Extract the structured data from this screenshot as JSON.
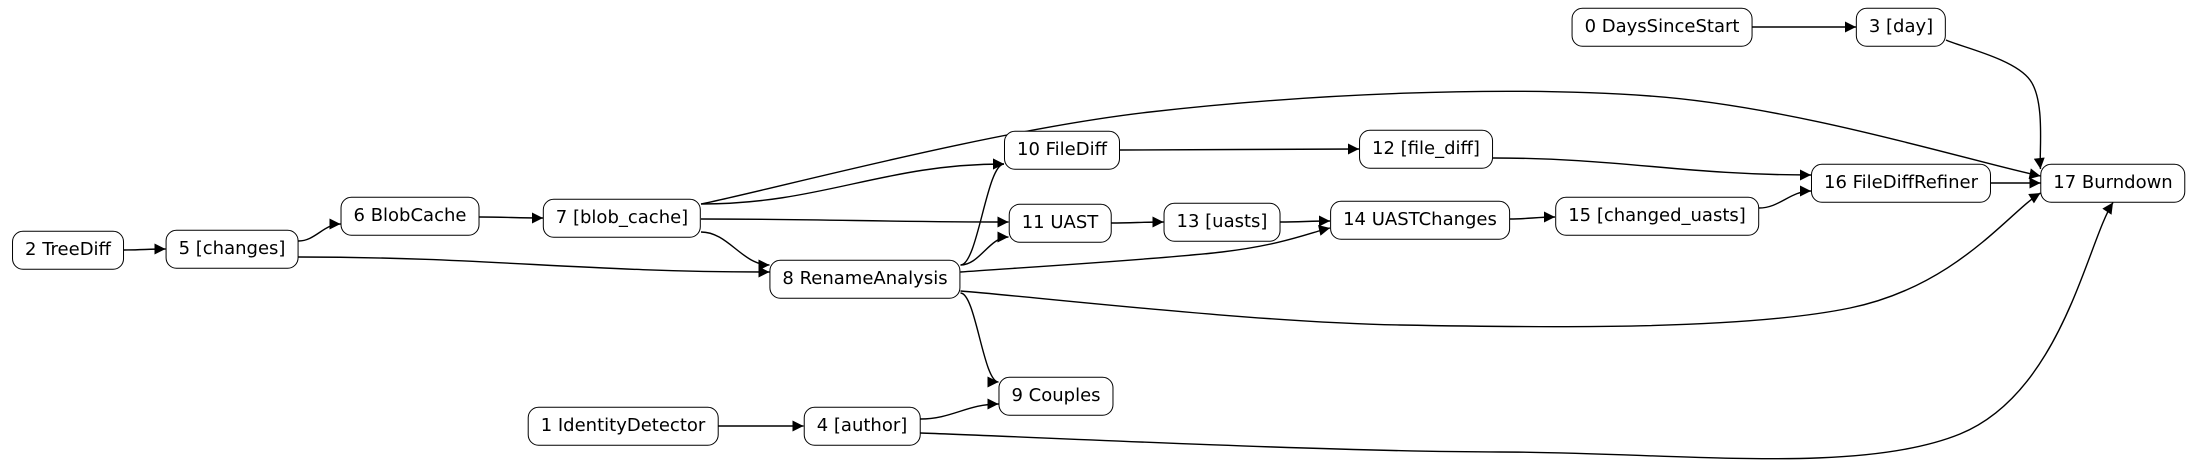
{
  "diagram": {
    "type": "directed-graph",
    "orientation": "left-to-right",
    "background": "#ffffff",
    "node_fill": "#ffffff",
    "node_border": "#000000",
    "edge_color": "#000000",
    "nodes": [
      {
        "id": "0",
        "label": "0 DaysSinceStart"
      },
      {
        "id": "1",
        "label": "1 IdentityDetector"
      },
      {
        "id": "2",
        "label": "2 TreeDiff"
      },
      {
        "id": "3",
        "label": "3 [day]"
      },
      {
        "id": "4",
        "label": "4 [author]"
      },
      {
        "id": "5",
        "label": "5 [changes]"
      },
      {
        "id": "6",
        "label": "6 BlobCache"
      },
      {
        "id": "7",
        "label": "7 [blob_cache]"
      },
      {
        "id": "8",
        "label": "8 RenameAnalysis"
      },
      {
        "id": "9",
        "label": "9 Couples"
      },
      {
        "id": "10",
        "label": "10 FileDiff"
      },
      {
        "id": "11",
        "label": "11 UAST"
      },
      {
        "id": "12",
        "label": "12 [file_diff]"
      },
      {
        "id": "13",
        "label": "13 [uasts]"
      },
      {
        "id": "14",
        "label": "14 UASTChanges"
      },
      {
        "id": "15",
        "label": "15 [changed_uasts]"
      },
      {
        "id": "16",
        "label": "16 FileDiffRefiner"
      },
      {
        "id": "17",
        "label": "17 Burndown"
      }
    ],
    "edges": [
      {
        "from": "2",
        "to": "5"
      },
      {
        "from": "5",
        "to": "6"
      },
      {
        "from": "5",
        "to": "8"
      },
      {
        "from": "6",
        "to": "7"
      },
      {
        "from": "7",
        "to": "10"
      },
      {
        "from": "7",
        "to": "11"
      },
      {
        "from": "7",
        "to": "8"
      },
      {
        "from": "7",
        "to": "17"
      },
      {
        "from": "8",
        "to": "10"
      },
      {
        "from": "8",
        "to": "11"
      },
      {
        "from": "8",
        "to": "14"
      },
      {
        "from": "8",
        "to": "9"
      },
      {
        "from": "8",
        "to": "17"
      },
      {
        "from": "10",
        "to": "12"
      },
      {
        "from": "11",
        "to": "13"
      },
      {
        "from": "12",
        "to": "16"
      },
      {
        "from": "13",
        "to": "14"
      },
      {
        "from": "14",
        "to": "15"
      },
      {
        "from": "15",
        "to": "16"
      },
      {
        "from": "16",
        "to": "17"
      },
      {
        "from": "0",
        "to": "3"
      },
      {
        "from": "3",
        "to": "17"
      },
      {
        "from": "1",
        "to": "4"
      },
      {
        "from": "4",
        "to": "9"
      },
      {
        "from": "4",
        "to": "17"
      }
    ]
  }
}
